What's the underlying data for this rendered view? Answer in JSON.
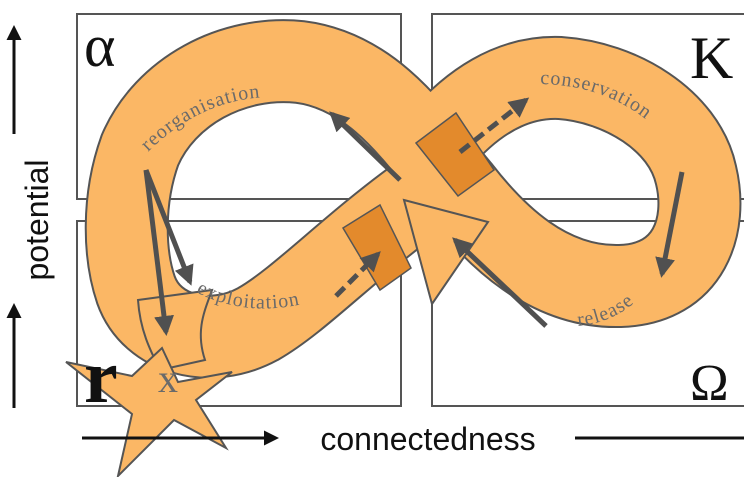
{
  "corners": {
    "alpha": "α",
    "k": "K",
    "r": "r",
    "omega": "Ω"
  },
  "phases": {
    "reorganisation": "reorganisation",
    "conservation": "conservation",
    "exploitation": "exploitation",
    "release": "release"
  },
  "exit_label": "x",
  "axes": {
    "x_label": "connectedness",
    "y_label": "potential"
  },
  "colors": {
    "loop_fill": "#fbb765",
    "loop_stroke": "#555555",
    "accent_band": "#e38a2c",
    "arrow": "#505050",
    "phase_text": "#6a6a6a",
    "box_stroke": "#555555"
  }
}
